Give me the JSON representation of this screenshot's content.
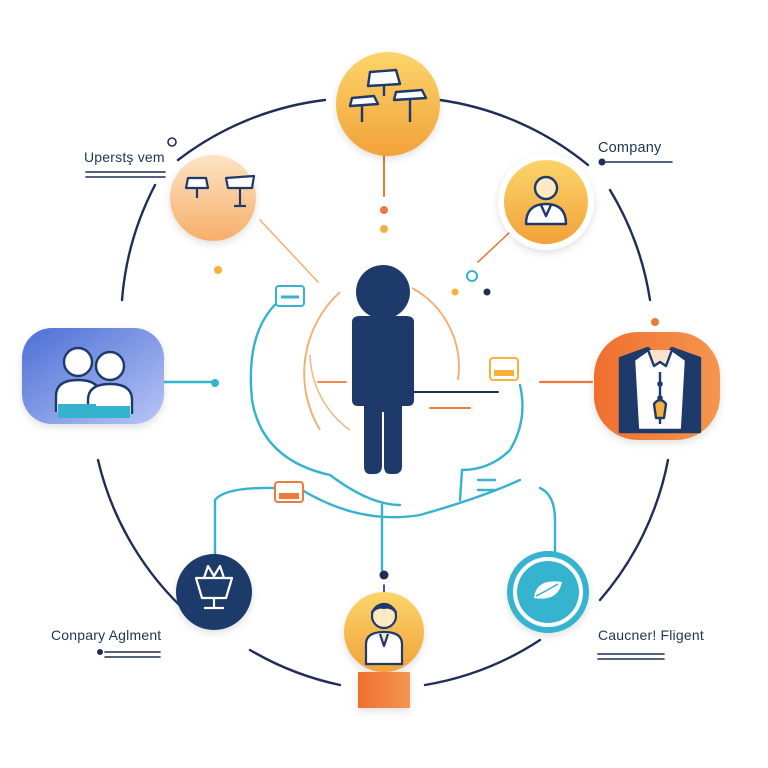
{
  "labels": {
    "top_left": "Uperstş vem",
    "top_right": "Company",
    "bottom_left": "Conpary Aglment",
    "bottom_right": "Caucner! Fligent"
  },
  "colors": {
    "navy": "#1d3a6b",
    "orange": "#ee7a3a",
    "amber": "#f6b03c",
    "teal": "#34b3cf",
    "blue": "#5a7fd8",
    "line_dark": "#1f2d57"
  },
  "nodes": [
    {
      "id": "top",
      "icon": "ceiling-lamps-icon"
    },
    {
      "id": "top-left",
      "icon": "lamp-icon"
    },
    {
      "id": "top-right",
      "icon": "person-icon"
    },
    {
      "id": "left",
      "icon": "two-people-icon"
    },
    {
      "id": "right",
      "icon": "jacket-icon"
    },
    {
      "id": "bottom-left",
      "icon": "bowl-icon"
    },
    {
      "id": "bottom",
      "icon": "woman-icon"
    },
    {
      "id": "bottom-right",
      "icon": "leaf-icon"
    },
    {
      "id": "center",
      "icon": "human-figure-icon"
    }
  ]
}
